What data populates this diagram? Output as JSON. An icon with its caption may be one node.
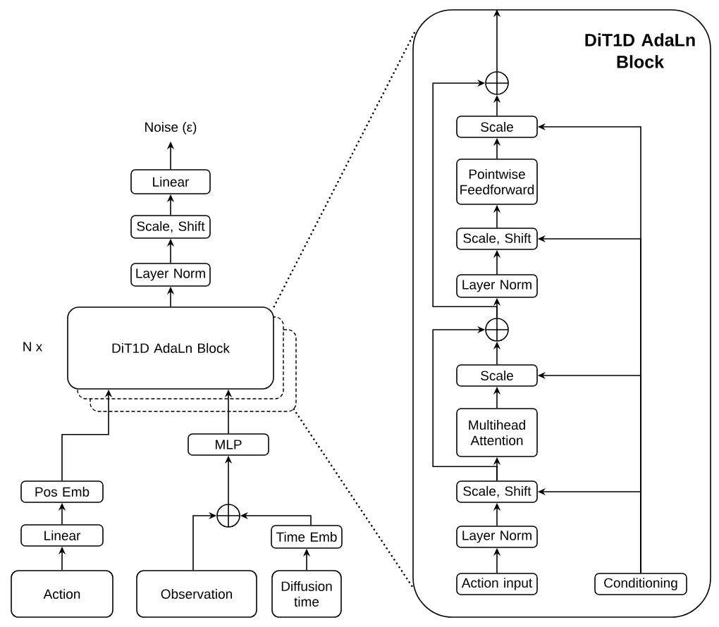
{
  "diagram": {
    "nodes": [
      {
        "text": [
          "Noise (ε)"
        ]
      },
      {
        "text": [
          "Linear"
        ]
      },
      {
        "text": [
          "Scale, Shift"
        ]
      },
      {
        "text": [
          "Layer Norm"
        ]
      },
      {
        "text": [
          "DiT1D AdaLn Block"
        ],
        "beside": [
          "N x"
        ]
      },
      {
        "text": [
          "MLP"
        ]
      },
      {
        "text": [
          "Pos Emb"
        ]
      },
      {
        "text": [],
        "shape": "circle"
      },
      {
        "text": [
          "Linear"
        ]
      },
      {
        "text": [
          "Time Emb"
        ]
      },
      {
        "text": [
          "Action"
        ]
      },
      {
        "text": [
          "Observation"
        ]
      },
      {
        "text": [
          "Diffusion time"
        ]
      },
      {
        "text": [
          "DiT1D AdaLn Block"
        ]
      },
      {
        "text": [],
        "shape": "circle",
        "in": 13
      },
      {
        "text": [
          "Scale"
        ],
        "in": 13
      },
      {
        "text": [
          "Pointwise Feedforward"
        ],
        "in": 13
      },
      {
        "text": [
          "Scale, Shift"
        ],
        "in": 13
      },
      {
        "text": [
          "Layer Norm"
        ],
        "in": 13
      },
      {
        "text": [],
        "shape": "circle",
        "in": 13
      },
      {
        "text": [
          "Scale"
        ],
        "in": 13
      },
      {
        "text": [
          "Multihead Attention"
        ],
        "in": 13
      },
      {
        "text": [
          "Scale, Shift"
        ],
        "in": 13
      },
      {
        "text": [
          "Layer Norm"
        ],
        "in": 13
      },
      {
        "text": [
          "Action input"
        ],
        "in": 13
      },
      {
        "text": [
          "Conditioning"
        ],
        "in": 13
      }
    ],
    "edges": [
      {
        "from": 1,
        "to": 0,
        "arrow": "to"
      },
      {
        "from": 2,
        "to": 1,
        "arrow": "to"
      },
      {
        "from": 3,
        "to": 2,
        "arrow": "to"
      },
      {
        "from": 4,
        "to": 3,
        "arrow": "to"
      },
      {
        "from": 5,
        "to": 4,
        "arrow": "to"
      },
      {
        "from": 6,
        "to": 4,
        "arrow": "to"
      },
      {
        "from": 7,
        "to": 5,
        "arrow": "to"
      },
      {
        "from": 8,
        "to": 6,
        "arrow": "to"
      },
      {
        "from": 11,
        "to": 7,
        "arrow": "to"
      },
      {
        "from": 9,
        "to": 7,
        "arrow": "to"
      },
      {
        "from": 10,
        "to": 8,
        "arrow": "to"
      },
      {
        "from": 12,
        "to": 9,
        "arrow": "to"
      },
      {
        "from": 4,
        "to": 13,
        "arrow": "none",
        "style": "dashed"
      },
      {
        "from": 4,
        "to": 13,
        "arrow": "none",
        "style": "dashed"
      },
      {
        "from": 14,
        "to": null,
        "arrow": "to"
      },
      {
        "from": 15,
        "to": 14,
        "arrow": "to"
      },
      {
        "from": 16,
        "to": 15,
        "arrow": "to"
      },
      {
        "from": 17,
        "to": 16,
        "arrow": "to"
      },
      {
        "from": 18,
        "to": 17,
        "arrow": "to"
      },
      {
        "from": 19,
        "to": 18,
        "arrow": "to"
      },
      {
        "from": 19,
        "to": 14,
        "arrow": "to"
      },
      {
        "from": 20,
        "to": 19,
        "arrow": "to"
      },
      {
        "from": 21,
        "to": 20,
        "arrow": "to"
      },
      {
        "from": 22,
        "to": 21,
        "arrow": "to"
      },
      {
        "from": 22,
        "to": 19,
        "arrow": "to"
      },
      {
        "from": 23,
        "to": 22,
        "arrow": "to"
      },
      {
        "from": 24,
        "to": 23,
        "arrow": "to"
      },
      {
        "from": 25,
        "to": 15,
        "arrow": "to"
      },
      {
        "from": 25,
        "to": 17,
        "arrow": "to"
      },
      {
        "from": 25,
        "to": 20,
        "arrow": "to"
      },
      {
        "from": 25,
        "to": 22,
        "arrow": "to"
      }
    ]
  }
}
